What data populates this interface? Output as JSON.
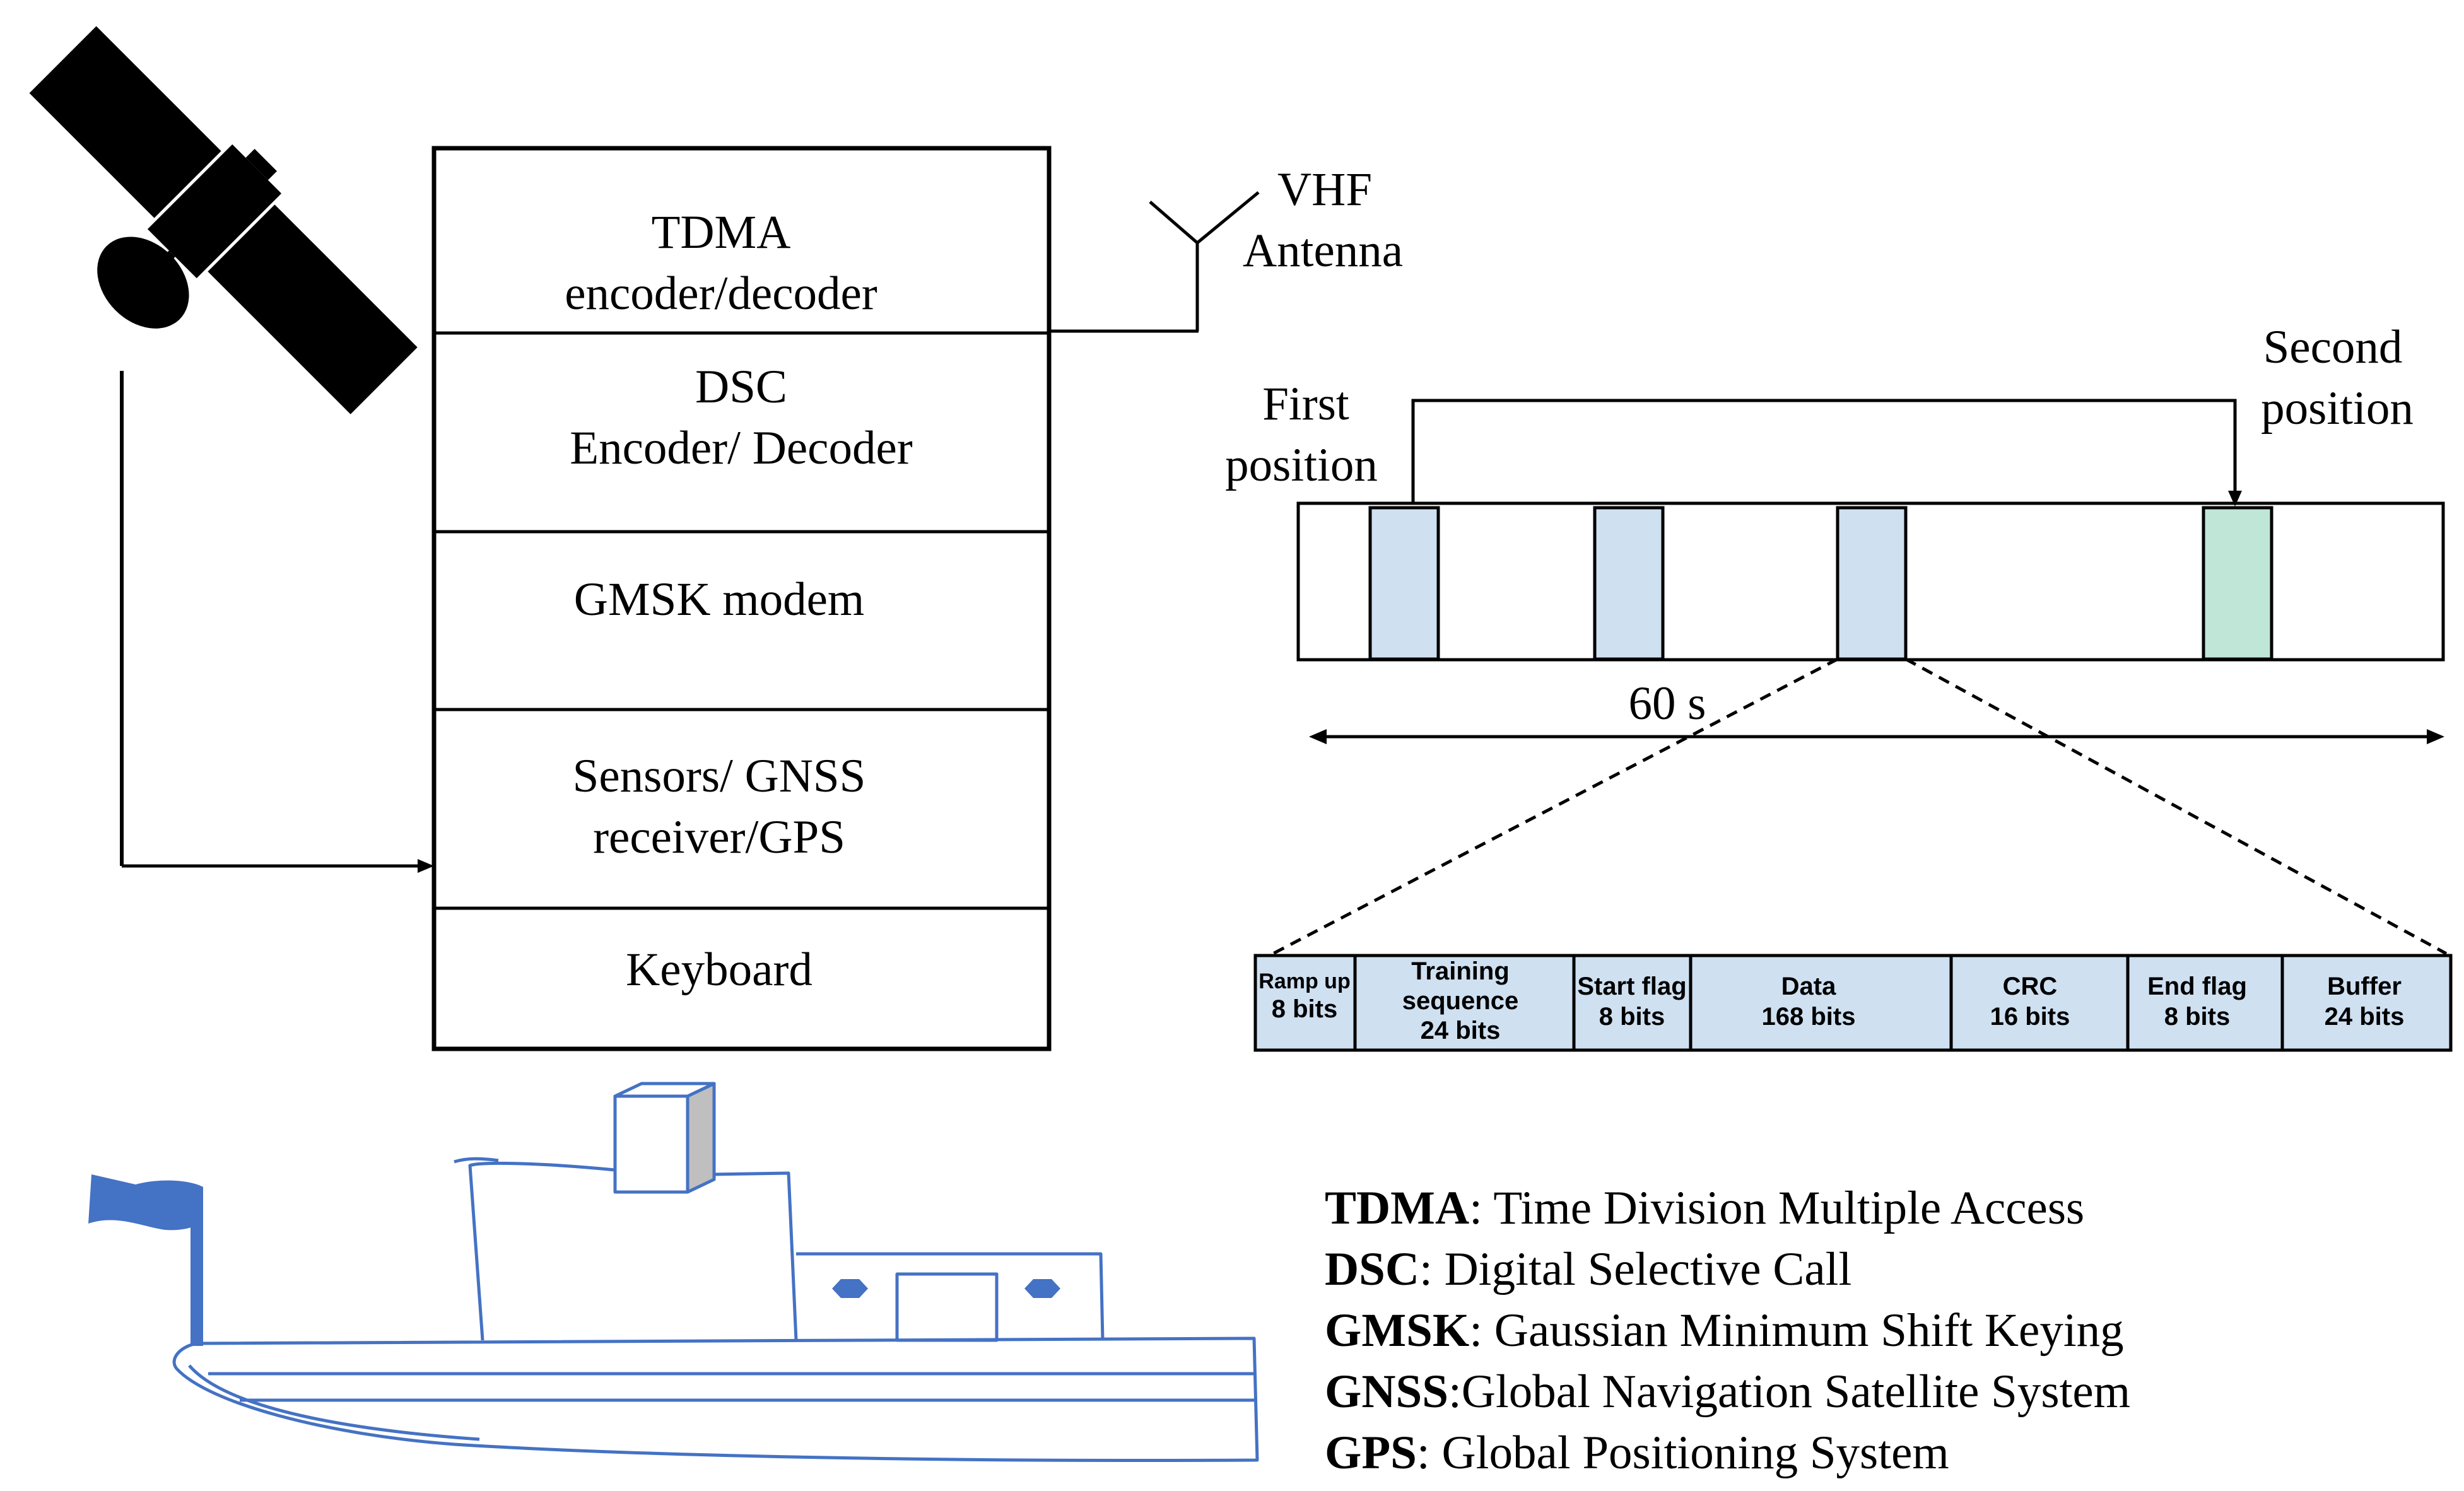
{
  "antenna": {
    "line1": "VHF",
    "line2": "Antenna"
  },
  "transceiver_blocks": [
    {
      "line1": "TDMA",
      "line2": "encoder/decoder"
    },
    {
      "line1": "DSC",
      "line2": "Encoder/ Decoder"
    },
    {
      "line1": "GMSK modem",
      "line2": ""
    },
    {
      "line1": "Sensors/ GNSS",
      "line2": "receiver/GPS"
    },
    {
      "line1": "Keyboard",
      "line2": ""
    }
  ],
  "timeline": {
    "first_position": {
      "line1": "First",
      "line2": "position"
    },
    "second_position": {
      "line1": "Second",
      "line2": "position"
    },
    "duration": "60 s"
  },
  "packet_fields": [
    {
      "name": "Ramp up",
      "size": "8 bits"
    },
    {
      "name": "Training sequence",
      "name_line1": "Training",
      "name_line2": "sequence",
      "size": "24 bits"
    },
    {
      "name": "Start flag",
      "size": "8 bits"
    },
    {
      "name": "Data",
      "size": "168 bits"
    },
    {
      "name": "CRC",
      "size": "16 bits"
    },
    {
      "name": "End flag",
      "size": "8 bits"
    },
    {
      "name": "Buffer",
      "size": "24 bits"
    }
  ],
  "legend": [
    {
      "abbr": "TDMA",
      "sep": ": ",
      "definition": "Time Division Multiple Access"
    },
    {
      "abbr": "DSC",
      "sep": ": ",
      "definition": "Digital Selective Call"
    },
    {
      "abbr": "GMSK",
      "sep": ": ",
      "definition": "Gaussian Minimum Shift Keying"
    },
    {
      "abbr": "GNSS",
      "sep": ":",
      "definition": "Global Navigation Satellite System"
    },
    {
      "abbr": "GPS",
      "sep": ": ",
      "definition": "Global Positioning System"
    }
  ],
  "colors": {
    "slot_blue": "#cfe0f1",
    "slot_green": "#bfe6d6",
    "packet_fill": "#cfe0f1",
    "ship_stroke": "#4472c4",
    "flag": "#4472c4",
    "cabin_side": "#bfbfbf"
  }
}
